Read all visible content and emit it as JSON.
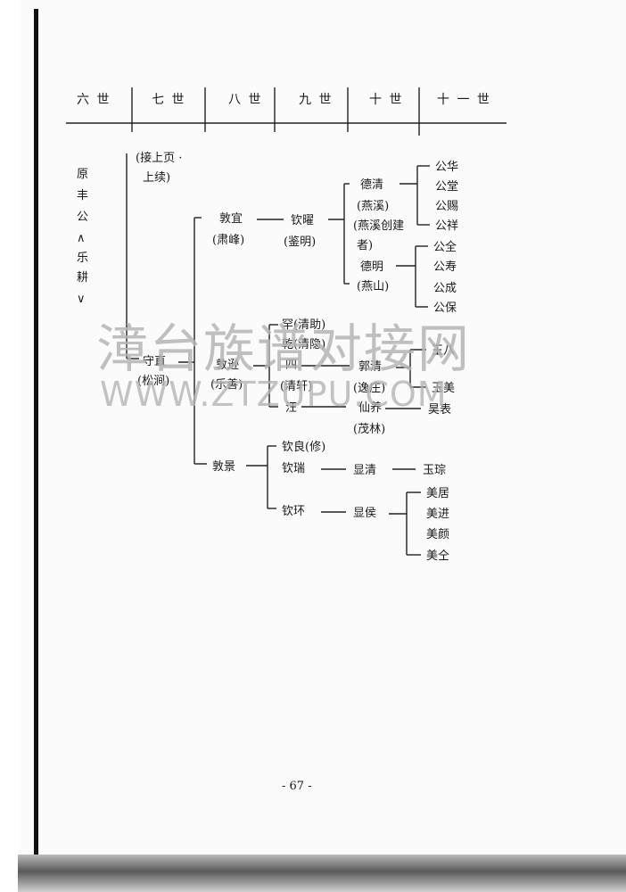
{
  "headers": [
    "六 世",
    "七 世",
    "八 世",
    "九 世",
    "十 世",
    "十 一 世"
  ],
  "watermark": {
    "cn": "漳台族谱对接网",
    "en": "WWW.ZTZUPU.COM"
  },
  "page_number": "- 67 -",
  "gen6": {
    "chars": [
      "原",
      "丰",
      "公",
      "∧",
      "乐",
      "耕",
      "∨"
    ]
  },
  "gen7": {
    "note1": "(接上页 ·",
    "note2": "上续)",
    "shouzhi": "守直",
    "shouzhi_alias": "(松涧)"
  },
  "gen8": {
    "dunyi": "敦宜",
    "dunyi_alias": "(肃峰)",
    "dunxun": "敦逊",
    "dunxun_alias": "(乐善)",
    "dunjing": "敦景"
  },
  "gen9": {
    "qinyao": "钦曜",
    "qinyao_alias": "(鉴明)",
    "han": "罕(清助)",
    "qian": "乾(清隐)",
    "si": "四",
    "si_alias": "(清轩)",
    "wang": "汪",
    "qinliang": "钦良(修)",
    "qinrui": "钦瑞",
    "qinhuan": "钦环"
  },
  "gen10": {
    "deqing": "德清",
    "deqing_alias": "(燕溪)",
    "deqing_note1": "(燕溪创建",
    "deqing_note2": "者)",
    "deming": "德明",
    "deming_alias": "(燕山)",
    "guoqing": "郭清",
    "guoqing_alias": "(逸庄)",
    "xianyang": "仙养",
    "xianyang_alias": "(茂林)",
    "xianqing": "显清",
    "xianhou": "显侯"
  },
  "gen11": {
    "gonghua": "公华",
    "gongtang": "公堂",
    "gongci": "公赐",
    "gongxiang": "公祥",
    "gongquan": "公全",
    "gongshou": "公寿",
    "gongcheng": "公成",
    "gongbao": "公保",
    "yuba": "玉八",
    "yumei": "玉美",
    "haobiao": "昊表",
    "yucong": "玉琮",
    "meiju": "美居",
    "meijin": "美进",
    "meiyan": "美颜",
    "meiquan": "美仝"
  }
}
